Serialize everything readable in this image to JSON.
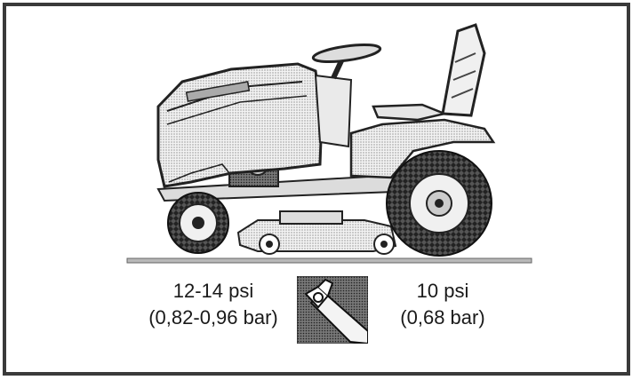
{
  "front_tire": {
    "pressure_psi": "12-14 psi",
    "pressure_bar": "(0,82-0,96 bar)"
  },
  "rear_tire": {
    "pressure_psi": "10 psi",
    "pressure_bar": "(0,68 bar)"
  },
  "icons": {
    "main": "lawn-tractor-side-view",
    "gauge": "tire-pressure-gauge-icon"
  }
}
